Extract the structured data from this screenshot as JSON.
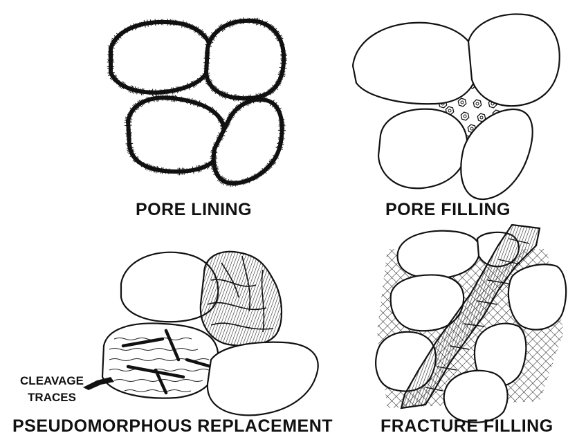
{
  "panels": {
    "pore_lining": {
      "caption": "PORE LINING"
    },
    "pore_filling": {
      "caption": "PORE FILLING"
    },
    "pseudomorphous_replacement": {
      "caption": "PSEUDOMORPHOUS REPLACEMENT",
      "annotation_line1": "CLEAVAGE",
      "annotation_line2": "TRACES"
    },
    "fracture_filling": {
      "caption": "FRACTURE FILLING"
    }
  },
  "colors": {
    "ink": "#111111",
    "background": "#ffffff"
  }
}
